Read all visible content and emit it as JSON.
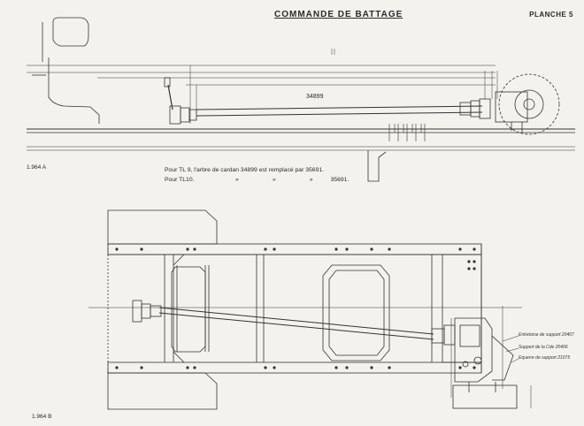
{
  "header": {
    "title": "COMMANDE DE BATTAGE",
    "plate": "PLANCHE 5"
  },
  "views": {
    "top_ref": "1.964 A",
    "bottom_ref": "1.964 B",
    "part_number": "34899"
  },
  "note": {
    "line1": {
      "c1": "Pour TL 9,",
      "rest": "l'arbre de cardan 34899 est remplacé par 35691."
    },
    "line2": {
      "c1": "Pour TL10.",
      "d1": "»",
      "d2": "»",
      "d3": "»",
      "value": "35691."
    }
  },
  "callouts": [
    "Entretoise de support 20407",
    "Support de la Cde 20406",
    "Equerre de support 21075"
  ]
}
